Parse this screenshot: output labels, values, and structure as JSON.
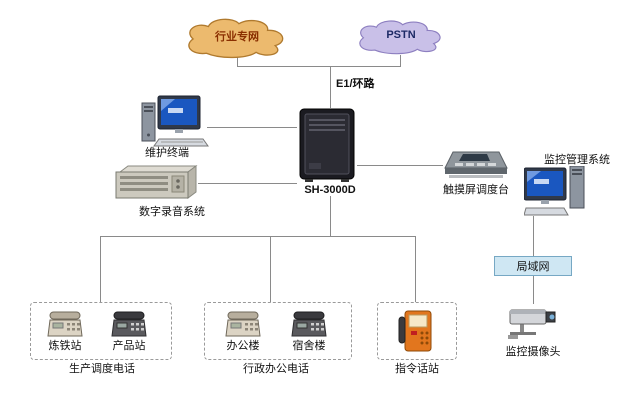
{
  "clouds": {
    "industry": {
      "label": "行业专网",
      "fill": "#ecba6e",
      "stroke": "#b07a2e"
    },
    "pstn": {
      "label": "PSTN",
      "fill": "#c9c0e8",
      "stroke": "#8d7fc0"
    }
  },
  "link": {
    "e1_label": "E1/环路"
  },
  "nodes": {
    "server": {
      "label": "SH-3000D"
    },
    "maintenance_terminal": {
      "label": "维护终端"
    },
    "recorder": {
      "label": "数字录音系统"
    },
    "console": {
      "label": "触摸屏调度台"
    },
    "monitor_system": {
      "label": "监控管理系统"
    },
    "lan": {
      "label": "局域网"
    },
    "camera": {
      "label": "监控摄像头"
    }
  },
  "groups": {
    "production": {
      "label": "生产调度电话",
      "stations": [
        {
          "label": "炼铁站"
        },
        {
          "label": "产品站"
        }
      ]
    },
    "admin": {
      "label": "行政办公电话",
      "stations": [
        {
          "label": "办公楼"
        },
        {
          "label": "宿舍楼"
        }
      ]
    },
    "command": {
      "label": "指令话站"
    }
  }
}
